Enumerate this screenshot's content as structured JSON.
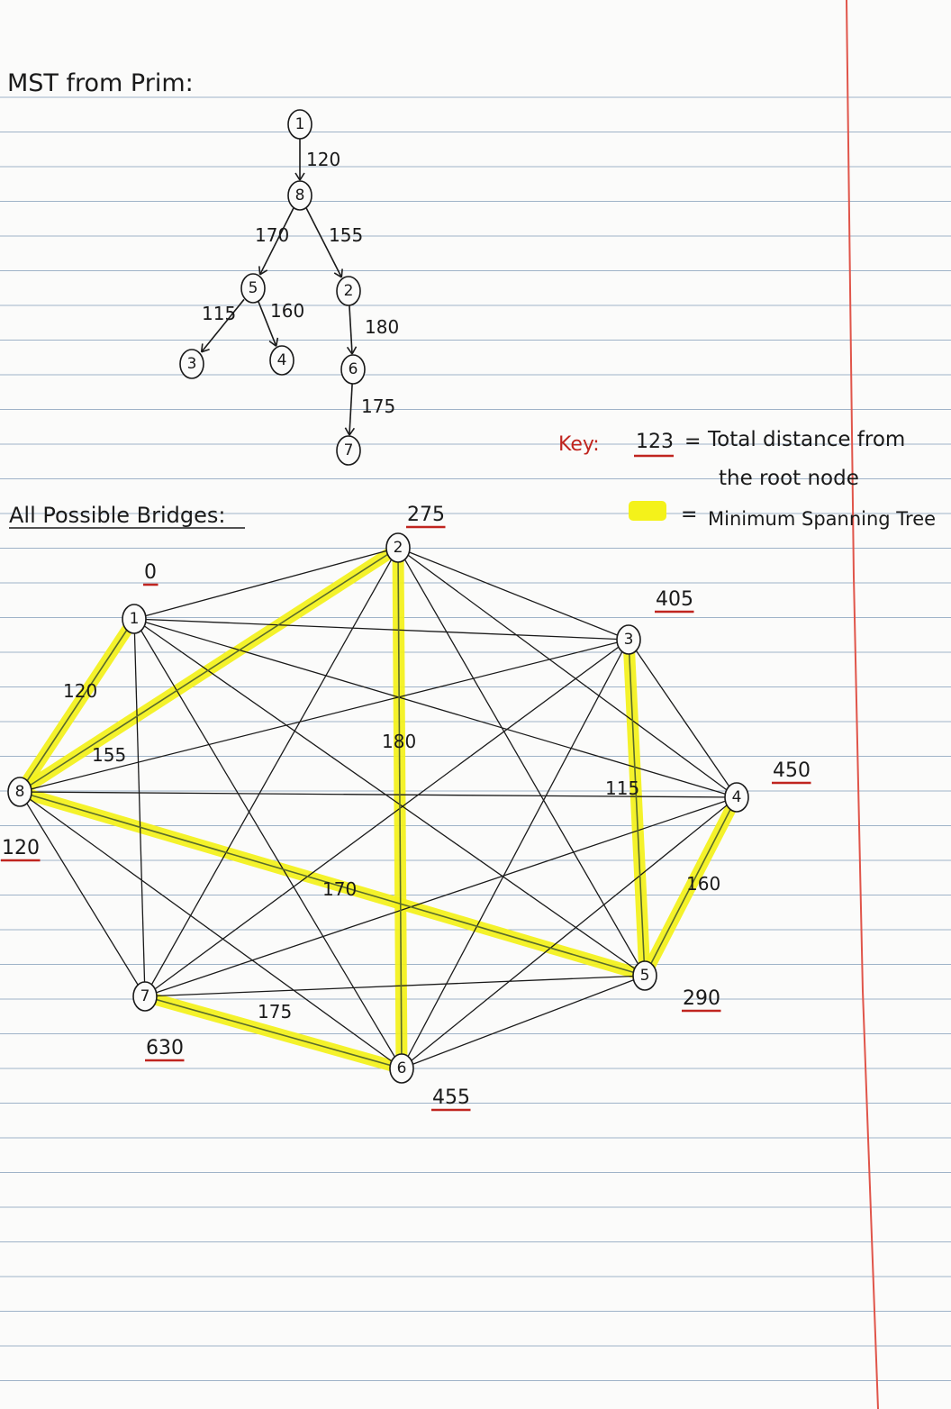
{
  "title": "MST from Prim:",
  "section_title": "All Possible Bridges:",
  "key": {
    "label": "Key:",
    "sample_number": "123",
    "eq": "=",
    "distance_text": "Total distance from",
    "distance_text_2": "the root node",
    "mst_text": "Minimum Spanning Tree"
  },
  "colors": {
    "highlight": "#f4f21a",
    "ink": "#1a1a1a",
    "red": "#c0251f",
    "rule": "#9fb3c8",
    "margin": "#e0554a"
  },
  "tree": {
    "nodes": [
      "1",
      "8",
      "5",
      "2",
      "3",
      "4",
      "6",
      "7"
    ],
    "edges": [
      {
        "from": "1",
        "to": "8",
        "weight": "120"
      },
      {
        "from": "8",
        "to": "5",
        "weight": "170"
      },
      {
        "from": "8",
        "to": "2",
        "weight": "155"
      },
      {
        "from": "5",
        "to": "3",
        "weight": "115"
      },
      {
        "from": "5",
        "to": "4",
        "weight": "160"
      },
      {
        "from": "2",
        "to": "6",
        "weight": "180"
      },
      {
        "from": "6",
        "to": "7",
        "weight": "175"
      }
    ]
  },
  "graph": {
    "nodes": [
      {
        "id": "1",
        "total": "0"
      },
      {
        "id": "2",
        "total": "275"
      },
      {
        "id": "3",
        "total": "405"
      },
      {
        "id": "4",
        "total": "450"
      },
      {
        "id": "5",
        "total": "290"
      },
      {
        "id": "6",
        "total": "455"
      },
      {
        "id": "7",
        "total": "630"
      },
      {
        "id": "8",
        "total": "120"
      }
    ],
    "mst_edges": [
      {
        "from": "1",
        "to": "8",
        "weight": "120"
      },
      {
        "from": "8",
        "to": "2",
        "weight": "155"
      },
      {
        "from": "2",
        "to": "6",
        "weight": "180"
      },
      {
        "from": "8",
        "to": "5",
        "weight": "170"
      },
      {
        "from": "3",
        "to": "5",
        "weight": "115"
      },
      {
        "from": "4",
        "to": "5",
        "weight": "160"
      },
      {
        "from": "7",
        "to": "6",
        "weight": "175"
      }
    ]
  }
}
